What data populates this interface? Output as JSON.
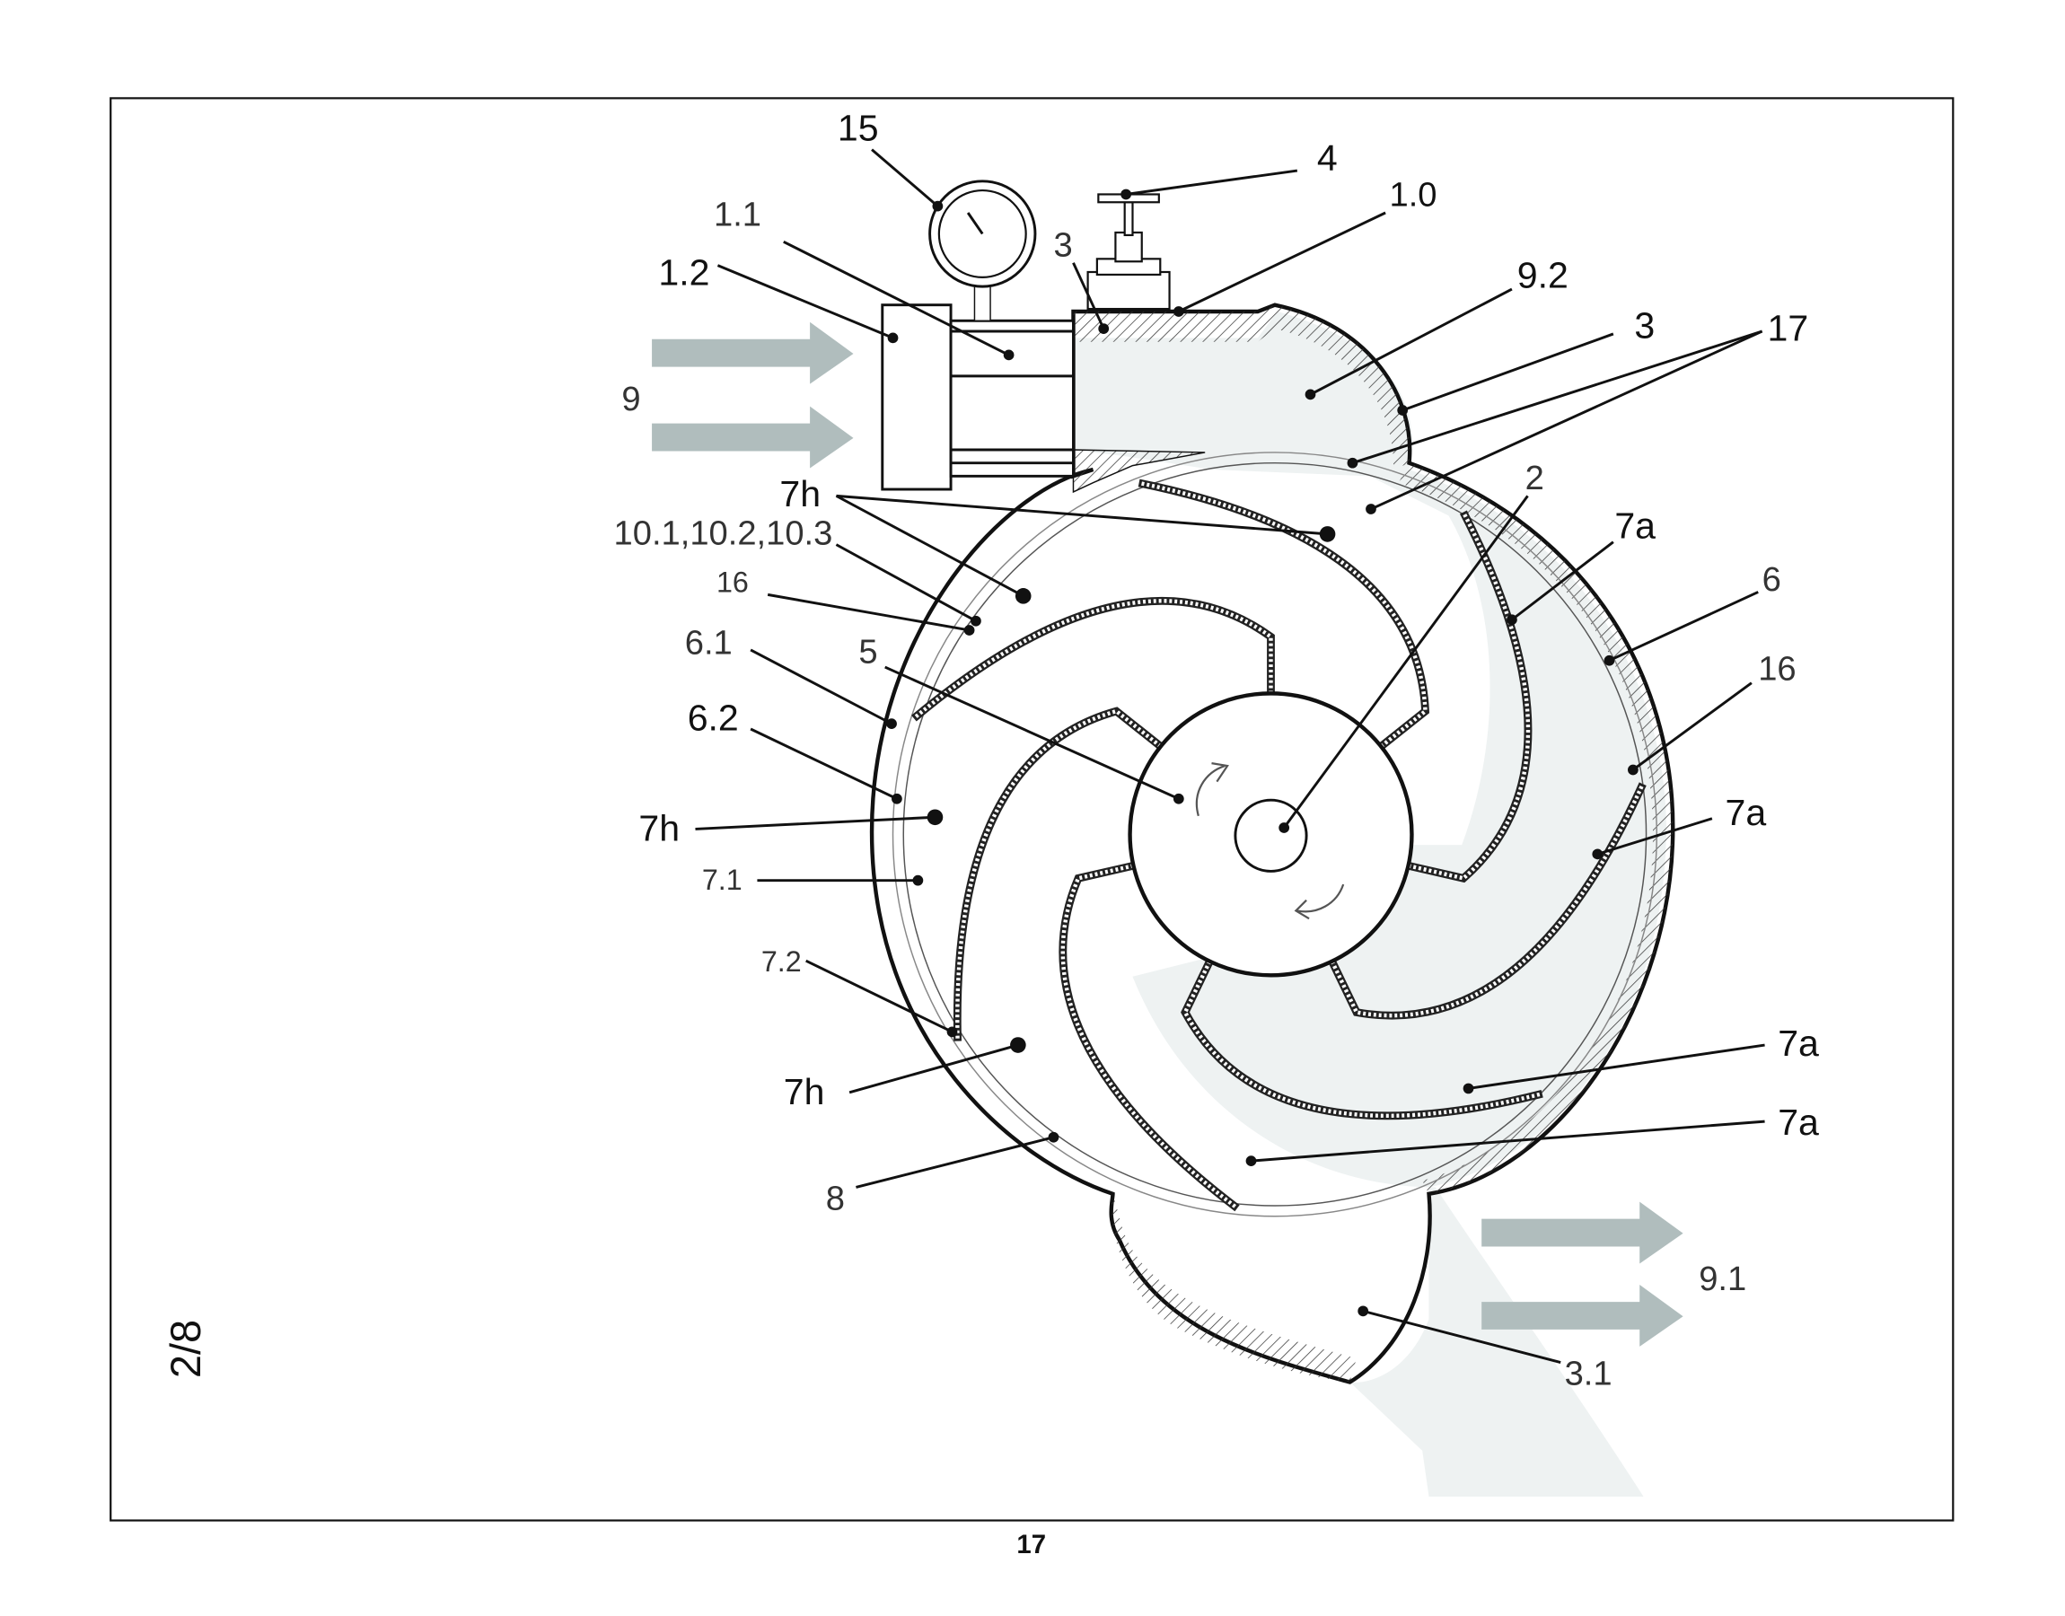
{
  "figure": {
    "sheet": "2/8",
    "page_number": "17",
    "colors": {
      "flow": "#eef2f2",
      "arrow": "#b0bdbd",
      "line": "#111111"
    },
    "labels": {
      "l15": "15",
      "l4": "4",
      "l10": "1.0",
      "l11": "1.1",
      "l3a": "3",
      "l12": "1.2",
      "l92": "9.2",
      "l3b": "3",
      "l17": "17",
      "l9": "9",
      "l7h1": "7h",
      "l2": "2",
      "l10x": "10.1,10.2,10.3",
      "l7a1": "7a",
      "l16a": "16",
      "l6": "6",
      "l61": "6.1",
      "l5": "5",
      "l16b": "16",
      "l62": "6.2",
      "l7a2": "7a",
      "l7h2": "7h",
      "l71": "7.1",
      "l72": "7.2",
      "l7a3": "7a",
      "l7h3": "7h",
      "l7a4": "7a",
      "l8": "8",
      "l91": "9.1",
      "l31": "3.1"
    }
  }
}
